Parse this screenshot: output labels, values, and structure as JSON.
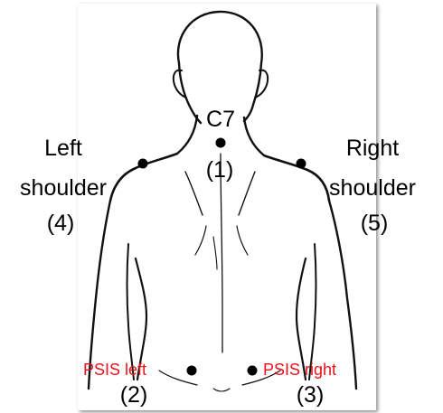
{
  "colors": {
    "outline": "#111111",
    "marker": "#000000",
    "psis_label": "#e8141a",
    "text": "#000000"
  },
  "labels": {
    "c7_name": "C7",
    "c7_number": "(1)",
    "left_shoulder_line1": "Left",
    "left_shoulder_line2": "shoulder",
    "left_shoulder_number": "(4)",
    "right_shoulder_line1": "Right",
    "right_shoulder_line2": "shoulder",
    "right_shoulder_number": "(5)",
    "psis_left_name": "PSIS left",
    "psis_left_number": "(2)",
    "psis_right_name": "PSIS right",
    "psis_right_number": "(3)"
  },
  "markers": [
    {
      "id": "c7",
      "name": "C7"
    },
    {
      "id": "left-shoulder",
      "name": "Left shoulder"
    },
    {
      "id": "right-shoulder",
      "name": "Right shoulder"
    },
    {
      "id": "psis-left",
      "name": "PSIS left"
    },
    {
      "id": "psis-right",
      "name": "PSIS right"
    }
  ]
}
